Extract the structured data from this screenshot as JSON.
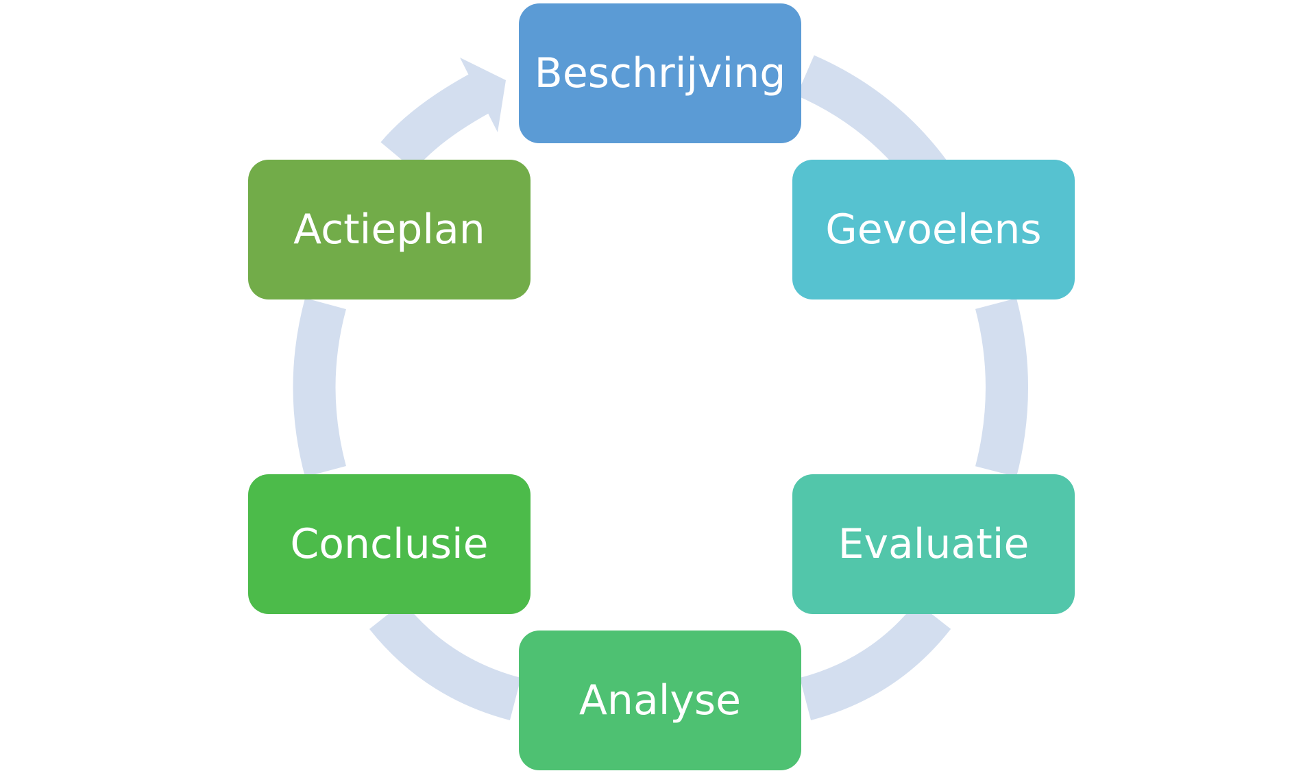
{
  "colors": {
    "ring": "#d3deef",
    "beschrijving": "#5b9bd5",
    "gevoelens": "#56c2d0",
    "evaluatie": "#52c6aa",
    "analyse": "#4ec172",
    "conclusie": "#4cbb4a",
    "actieplan": "#72ac49"
  },
  "steps": [
    {
      "label": "Beschrijving"
    },
    {
      "label": "Gevoelens"
    },
    {
      "label": "Evaluatie"
    },
    {
      "label": "Analyse"
    },
    {
      "label": "Conclusie"
    },
    {
      "label": "Actieplan"
    }
  ]
}
